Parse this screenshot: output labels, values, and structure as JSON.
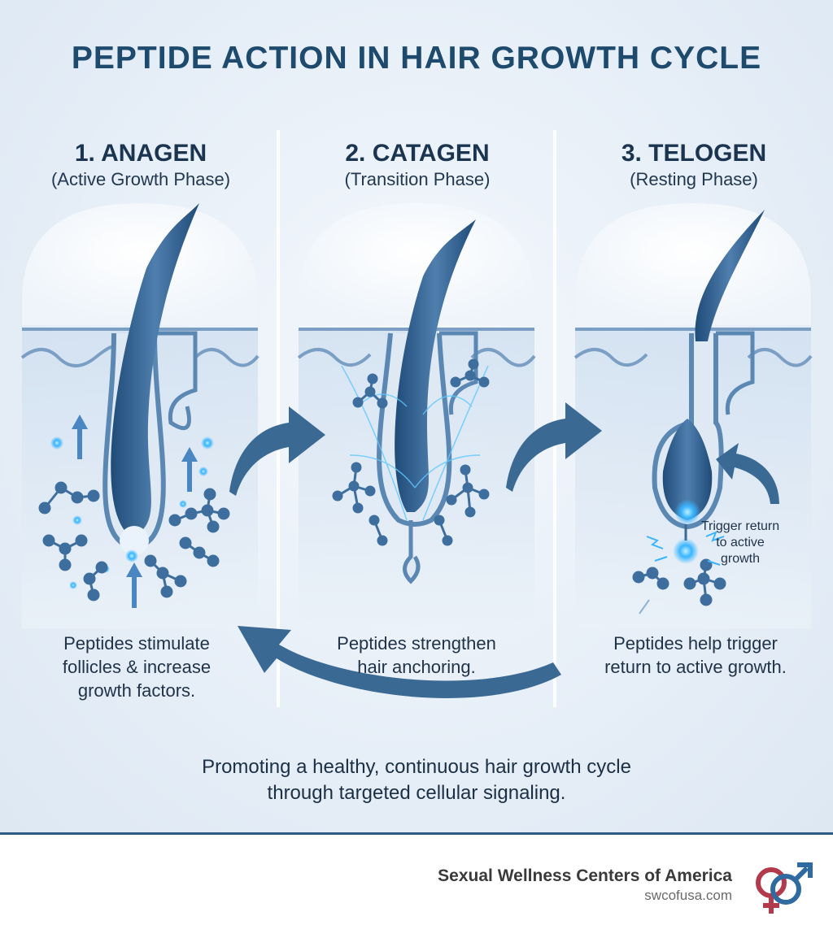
{
  "title": "PEPTIDE ACTION IN HAIR GROWTH CYCLE",
  "phases": [
    {
      "title": "1. ANAGEN",
      "subtitle": "(Active Growth Phase)",
      "caption_lines": [
        "Peptides stimulate",
        "follicles & increase",
        "growth factors."
      ]
    },
    {
      "title": "2. CATAGEN",
      "subtitle": "(Transition Phase)",
      "caption_lines": [
        "Peptides strengthen",
        "hair anchoring."
      ]
    },
    {
      "title": "3. TELOGEN",
      "subtitle": "(Resting Phase)",
      "caption_lines": [
        "Peptides help trigger",
        "return to active growth."
      ]
    }
  ],
  "telogen_note_lines": [
    "Trigger return",
    "to active",
    "growth"
  ],
  "summary_lines": [
    "Promoting a healthy, continuous hair growth cycle",
    "through targeted cellular signaling."
  ],
  "brand": {
    "name": "Sexual Wellness Centers of America",
    "url": "swcofusa.com",
    "logo_icon": "gender-symbols-logo"
  },
  "colors": {
    "hair": "#2f5f8f",
    "molecule": "#3d6e9e",
    "glow": "#39b5ff",
    "arrow": "#3a6994",
    "female_symbol": "#b23a4a",
    "male_symbol": "#2f6aa0"
  }
}
